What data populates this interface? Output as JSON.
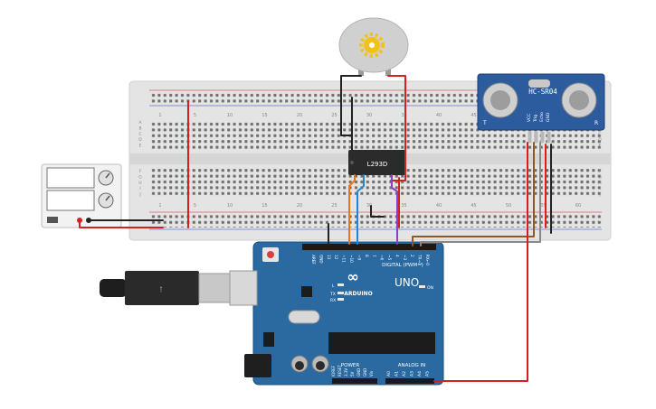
{
  "ultrasonic": {
    "model": "HC-SR04",
    "pins": [
      "VCC",
      "Trig",
      "Echo",
      "GND"
    ],
    "t_label": "T",
    "r_label": "R"
  },
  "driver_ic": {
    "label": "L293D"
  },
  "breadboard": {
    "column_numbers": [
      "1",
      "5",
      "10",
      "15",
      "20",
      "25",
      "30",
      "35",
      "40",
      "45",
      "50",
      "55",
      "60"
    ],
    "row_letters_top": [
      "A",
      "B",
      "C",
      "D",
      "E"
    ],
    "row_letters_bottom": [
      "F",
      "G",
      "H",
      "I",
      "J"
    ]
  },
  "arduino": {
    "brand": "ARDUINO",
    "model": "UNO",
    "on_label": "ON",
    "digital_label": "DIGITAL (PWM~)",
    "power_label": "POWER",
    "analog_label": "ANALOG IN",
    "l_label": "L",
    "tx_label": "TX",
    "rx_label": "RX",
    "top_pin_labels": [
      "AREF",
      "GND",
      "13",
      "12",
      "~11",
      "~10",
      "~9",
      "8",
      "7",
      "~6",
      "~5",
      "4",
      "~3",
      "2",
      "TX→1",
      "RX←0"
    ],
    "power_pin_labels": [
      "IOREF",
      "RESET",
      "3.3V",
      "5V",
      "GND",
      "GND",
      "Vin"
    ],
    "analog_pin_labels": [
      "A0",
      "A1",
      "A2",
      "A3",
      "A4",
      "A5"
    ]
  },
  "colors": {
    "board_blue": "#2a6aa1",
    "wire_red": "#d42020",
    "wire_black": "#222222",
    "wire_orange": "#e07a1a",
    "wire_blue": "#1e88d8",
    "wire_purple": "#8a3fc4",
    "wire_brown": "#8a5a2b",
    "wire_gray": "#888888",
    "breadboard": "#e6e6e6",
    "motor_gear": "#f2c21a"
  }
}
